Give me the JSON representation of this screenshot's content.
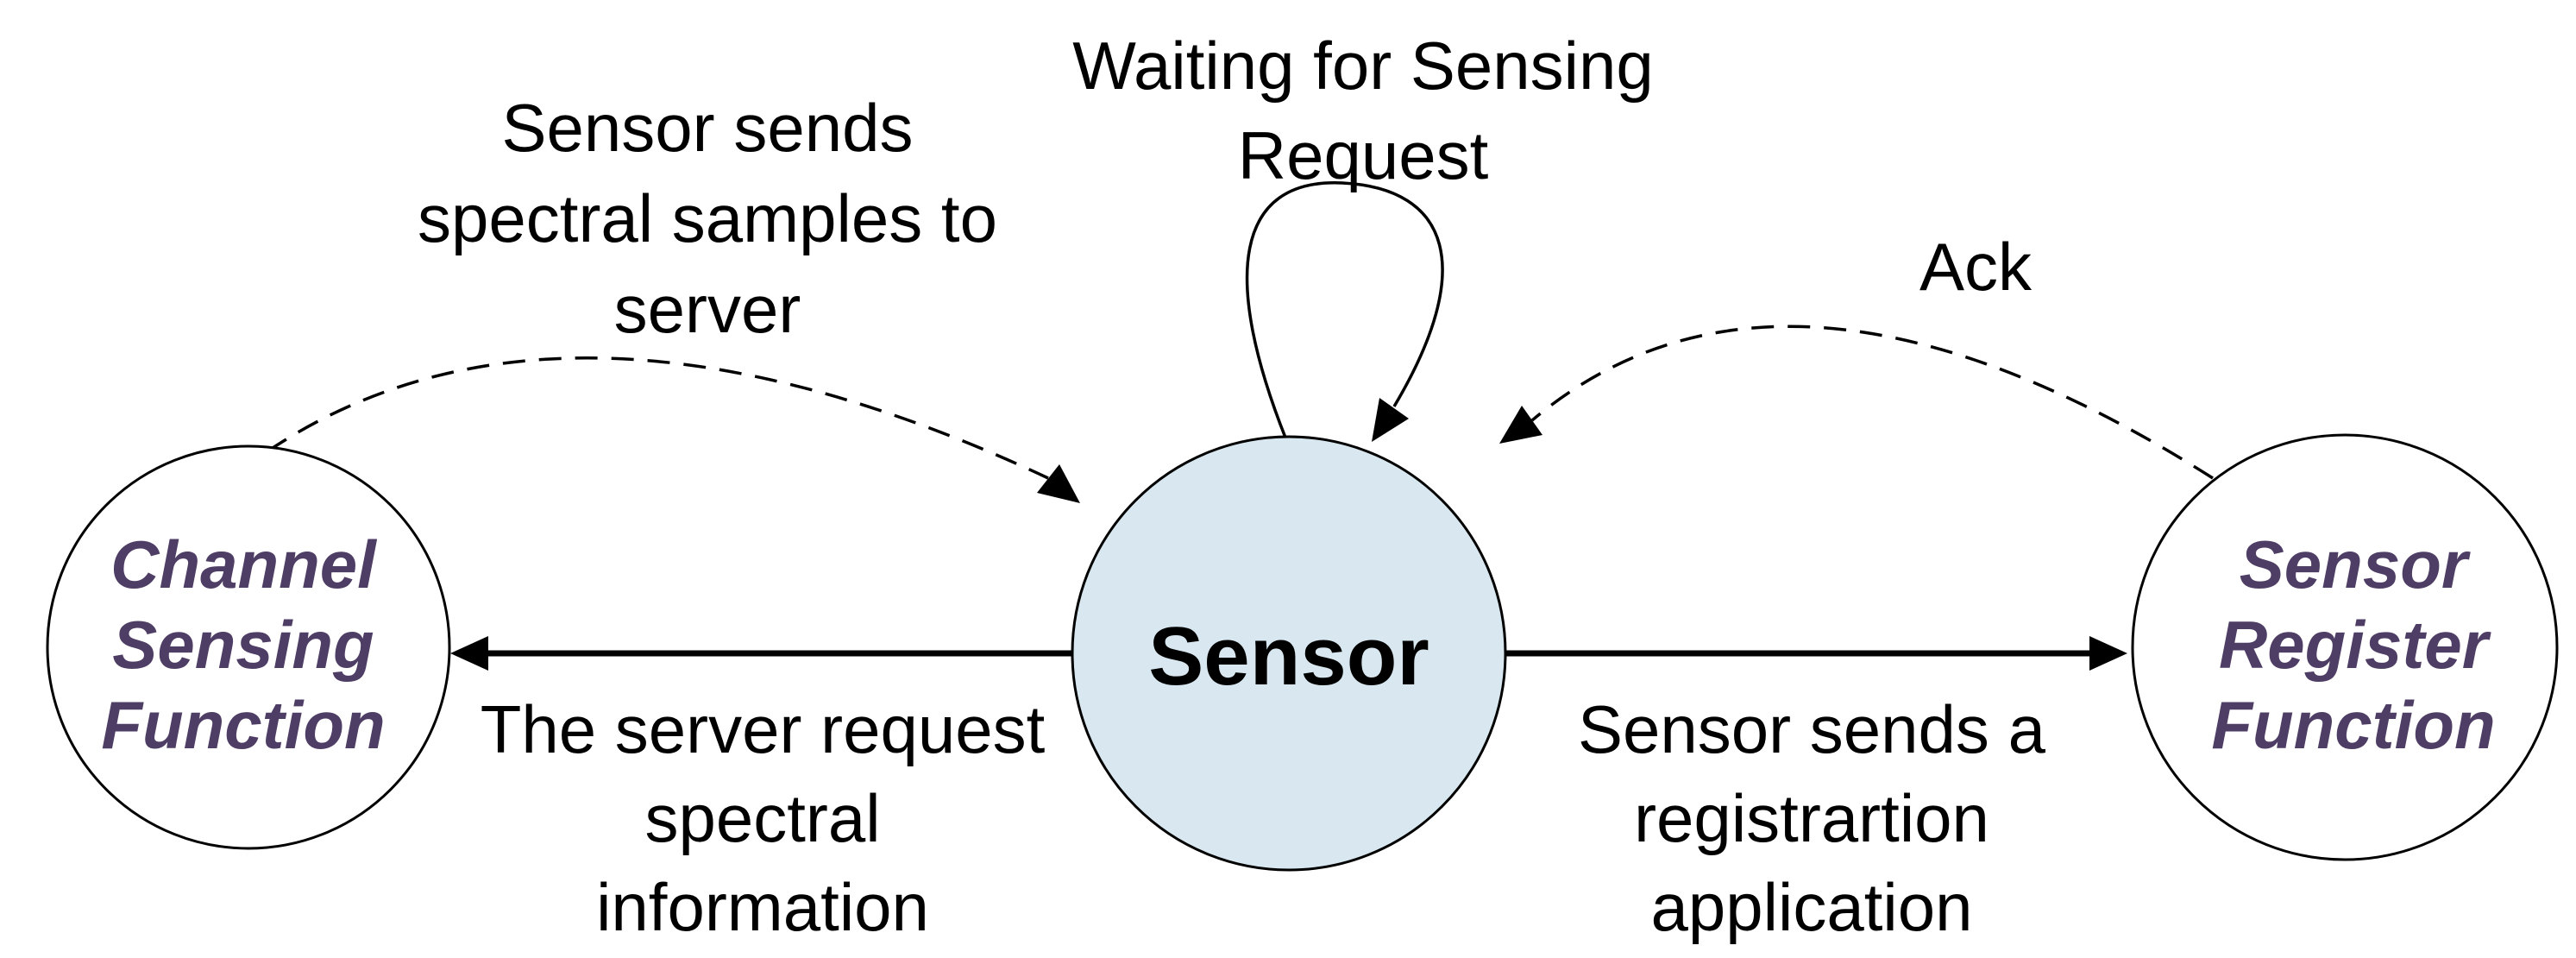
{
  "colors": {
    "sensor_fill": "#d9e8f0",
    "function_fill": "#ffffff",
    "function_text": "#4e3d64",
    "annotation_text": "#000000",
    "line": "#000000"
  },
  "nodes": {
    "channel_sensing": {
      "line1": "Channel",
      "line2": "Sensing",
      "line3": "Function"
    },
    "sensor": {
      "label": "Sensor"
    },
    "sensor_register": {
      "line1": "Sensor",
      "line2": "Register",
      "line3": "Function"
    }
  },
  "labels": {
    "waiting": {
      "line1": "Waiting for Sensing",
      "line2": "Request"
    },
    "spectral_samples": {
      "line1": "Sensor sends",
      "line2": "spectral samples to",
      "line3": "server"
    },
    "server_request": {
      "line1": "The server request",
      "line2": "spectral",
      "line3": "information"
    },
    "registration": {
      "line1": "Sensor sends a",
      "line2": "registrartion",
      "line3": "application"
    },
    "ack": {
      "label": "Ack"
    }
  }
}
